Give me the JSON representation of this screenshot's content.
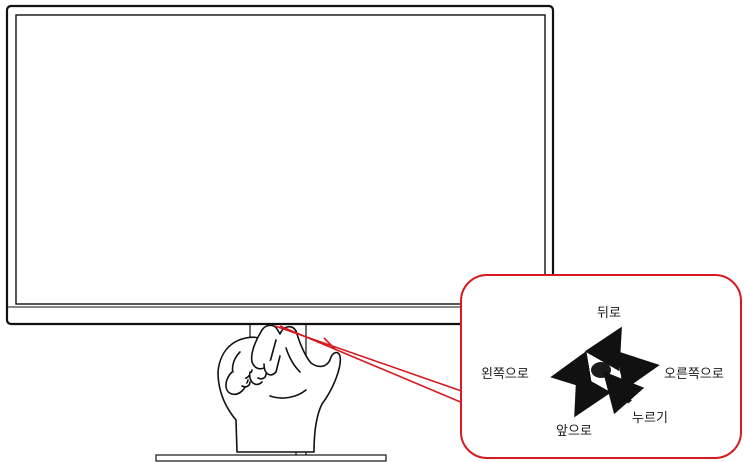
{
  "callout": {
    "labels": {
      "back": "뒤로",
      "left": "왼쪽으로",
      "right": "오른쪽으로",
      "forward": "앞으로",
      "press": "누르기"
    }
  },
  "colors": {
    "callout_stroke": "#d71920",
    "monitor_stroke": "#111111",
    "button_fill": "#1a1a1a"
  }
}
